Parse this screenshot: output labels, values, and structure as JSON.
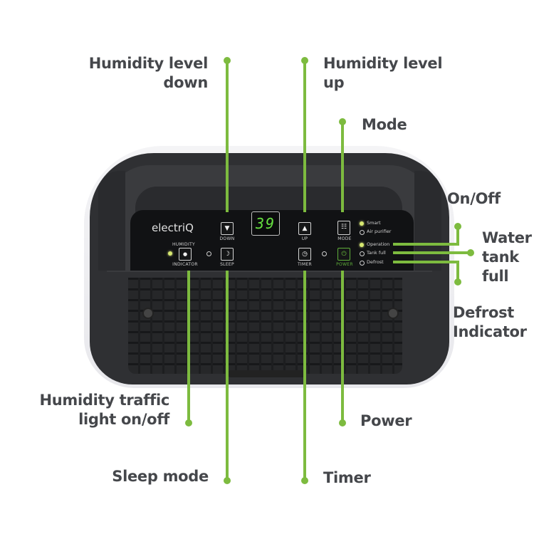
{
  "device": {
    "brand_logo": "electriQ",
    "display_value": "39",
    "buttons": {
      "down": {
        "icon": "triangle-down-icon",
        "glyph": "▼",
        "caption": "DOWN"
      },
      "up": {
        "icon": "triangle-up-icon",
        "glyph": "▲",
        "caption": "UP"
      },
      "mode": {
        "icon": "sliders-icon",
        "glyph": "☷",
        "caption": "MODE"
      },
      "humidity_indicator": {
        "icon": "droplet-icon",
        "glyph": "💧",
        "caption_top": "HUMIDITY",
        "caption_bottom": "INDICATOR"
      },
      "sleep": {
        "icon": "moon-icon",
        "glyph": "☽",
        "caption": "SLEEP"
      },
      "timer": {
        "icon": "clock-icon",
        "glyph": "◷",
        "caption": "TIMER"
      },
      "power": {
        "icon": "power-icon",
        "glyph": "⏻",
        "caption": "POWER"
      }
    },
    "indicators": [
      {
        "label": "Smart",
        "state": "on"
      },
      {
        "label": "Air purifier",
        "state": "off"
      },
      {
        "label": "Operation",
        "state": "on"
      },
      {
        "label": "Tank full",
        "state": "off"
      },
      {
        "label": "Defrost",
        "state": "off"
      }
    ]
  },
  "callouts": {
    "humidity_down": {
      "line1": "Humidity level",
      "line2": "down"
    },
    "humidity_up": {
      "line1": "Humidity level",
      "line2": "up"
    },
    "mode": "Mode",
    "on_off": "On/Off",
    "water_tank": {
      "line1": "Water",
      "line2": "tank",
      "line3": "full"
    },
    "defrost": {
      "line1": "Defrost",
      "line2": "Indicator"
    },
    "traffic_light": {
      "line1": "Humidity traffic",
      "line2": "light on/off"
    },
    "sleep_mode": "Sleep mode",
    "power": "Power",
    "timer": "Timer"
  },
  "colors": {
    "callout_line": "#7dbb3f",
    "label_text": "#45474b",
    "display_digits": "#66e040",
    "device_body": "#2f3033"
  }
}
